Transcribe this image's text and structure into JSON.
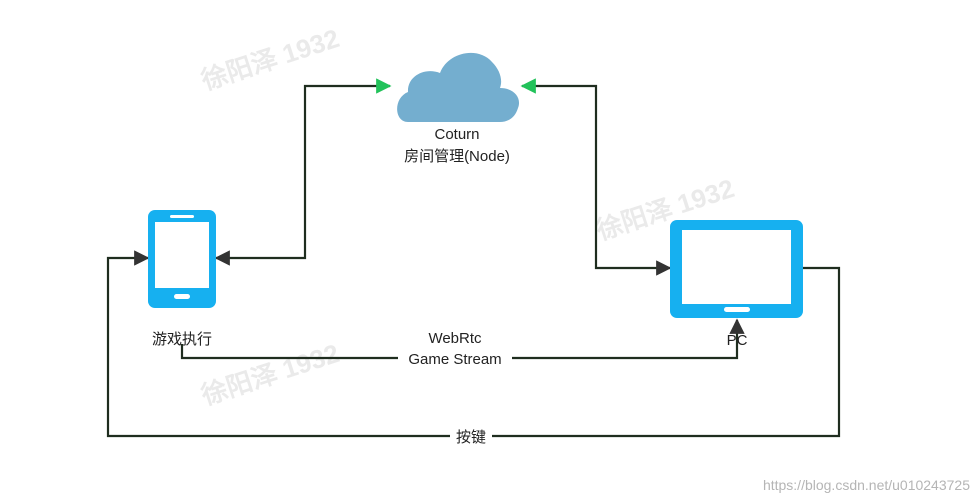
{
  "nodes": {
    "server": {
      "label_line1": "Coturn",
      "label_line2": "房间管理(Node)",
      "icon": "cloud-icon",
      "color": "#74aecf"
    },
    "phone": {
      "label": "游戏执行",
      "icon": "smartphone-icon",
      "color": "#16b0f0"
    },
    "pc": {
      "label": "PC",
      "icon": "tablet-icon",
      "color": "#16b0f0"
    }
  },
  "edges": {
    "stream": {
      "label_line1": "WebRtc",
      "label_line2": "Game Stream"
    },
    "keys": {
      "label": "按键"
    }
  },
  "watermarks": [
    "徐阳泽 1932",
    "徐阳泽 1932",
    "徐阳泽 1932"
  ],
  "source_url": "https://blog.csdn.net/u010243725",
  "colors": {
    "line": "#1f2d1f",
    "arrow_to_server": "#22c25a",
    "arrow_dark": "#333333"
  }
}
